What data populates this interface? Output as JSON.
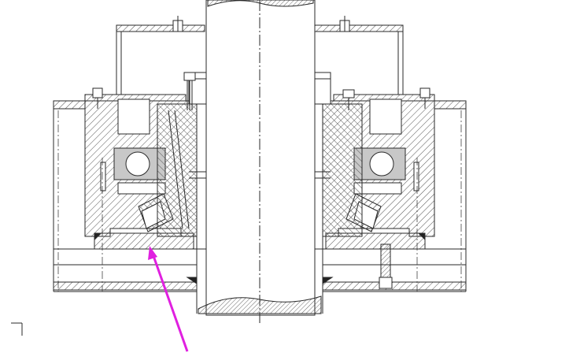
{
  "drawing": {
    "line_color": "#2a2a2a",
    "hatch_color": "#555555",
    "section_fill": "#c8c8c8",
    "background": "#ffffff"
  },
  "annotation": {
    "arrow_color": "#e020e0"
  },
  "icons": {
    "shaft": "shaft-section",
    "ball_bearing": "deep-groove-ball-bearing",
    "roller_bearing": "tapered-roller-bearing",
    "bolt": "hex-bolt",
    "pointer": "arrow-pointer"
  }
}
